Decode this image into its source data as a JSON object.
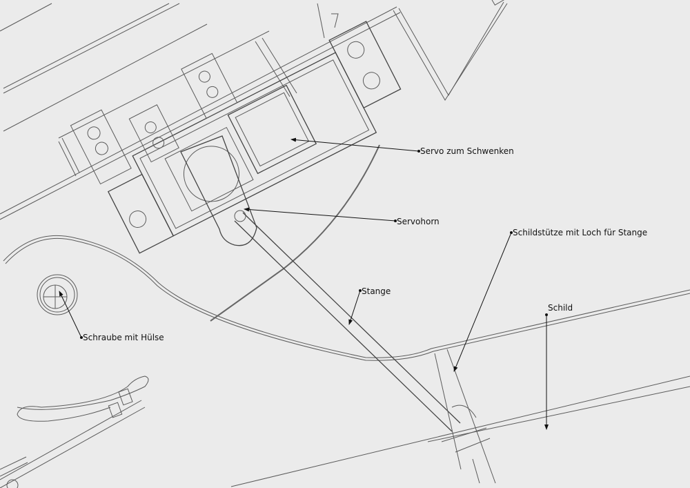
{
  "labels": {
    "servo_schwenken": "Servo zum Schwenken",
    "servohorn": "Servohorn",
    "schildstuetze": "Schildstütze mit Loch für Stange",
    "stange": "Stange",
    "schild": "Schild",
    "schraube": "Schraube mit Hülse"
  },
  "colors": {
    "background": "#ebebeb",
    "line": "#5a5a5a",
    "label": "#111111"
  }
}
